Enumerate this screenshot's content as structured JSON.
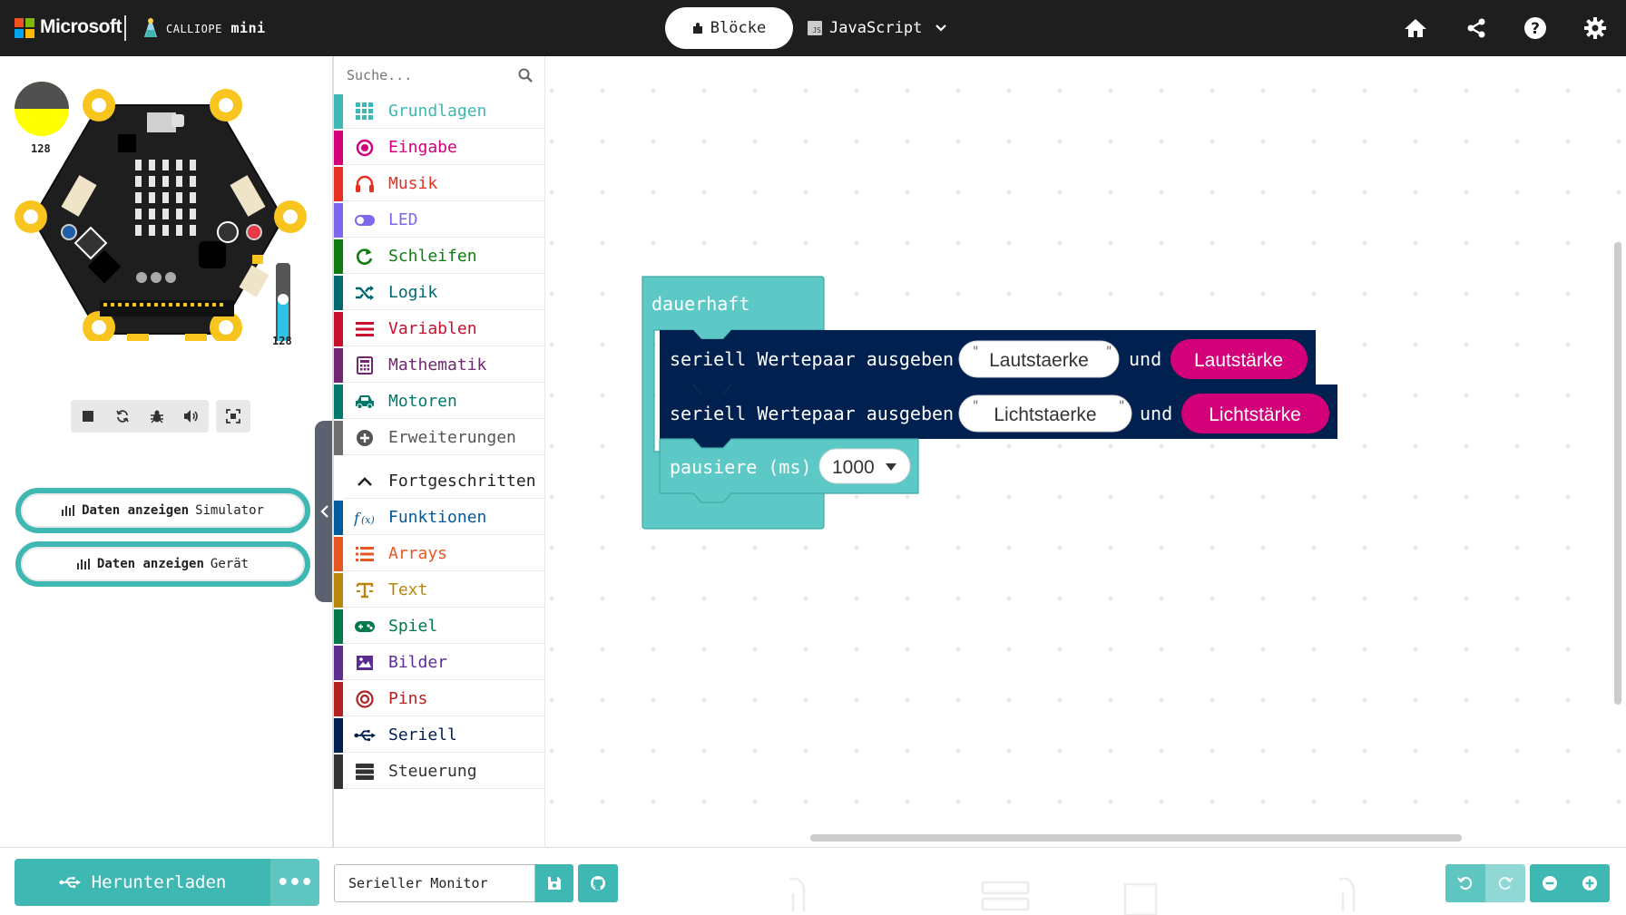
{
  "header": {
    "brand": "Microsoft",
    "product_name": "CALLIOPE",
    "product_suffix": "mini",
    "tab_blocks": "Blöcke",
    "tab_javascript": "JavaScript",
    "icons": [
      "home-icon",
      "share-icon",
      "help-icon",
      "settings-icon"
    ]
  },
  "simulator": {
    "light_level": "128",
    "sound_level": "128",
    "controls": [
      "stop-icon",
      "restart-icon",
      "debug-icon",
      "sound-icon",
      "fullscreen-icon"
    ],
    "data_sim": {
      "label": "Daten anzeigen",
      "suffix": "Simulator"
    },
    "data_device": {
      "label": "Daten anzeigen",
      "suffix": "Gerät"
    }
  },
  "toolbox": {
    "search_placeholder": "Suche...",
    "categories": [
      {
        "label": "Grundlagen",
        "color": "#3fb8b4",
        "icon": "grid-icon"
      },
      {
        "label": "Eingabe",
        "color": "#d4007a",
        "icon": "radio-button-icon"
      },
      {
        "label": "Musik",
        "color": "#e63022",
        "icon": "headphones-icon"
      },
      {
        "label": "LED",
        "color": "#7b68ee",
        "icon": "toggle-icon"
      },
      {
        "label": "Schleifen",
        "color": "#107c10",
        "icon": "loop-icon"
      },
      {
        "label": "Logik",
        "color": "#006970",
        "icon": "shuffle-icon"
      },
      {
        "label": "Variablen",
        "color": "#c8102e",
        "icon": "list-icon"
      },
      {
        "label": "Mathematik",
        "color": "#712672",
        "icon": "calculator-icon"
      },
      {
        "label": "Motoren",
        "color": "#00796b",
        "icon": "car-icon"
      },
      {
        "label": "Erweiterungen",
        "color": "#6f6f6f",
        "icon": "plus-circle-icon"
      },
      {
        "label": "Fortgeschritten",
        "color": "#3c3c3c",
        "icon": "chevron-up-icon"
      },
      {
        "label": "Funktionen",
        "color": "#005a9e",
        "icon": "function-icon"
      },
      {
        "label": "Arrays",
        "color": "#e65722",
        "icon": "array-list-icon"
      },
      {
        "label": "Text",
        "color": "#b8860b",
        "icon": "text-icon"
      },
      {
        "label": "Spiel",
        "color": "#007a4b",
        "icon": "gamepad-icon"
      },
      {
        "label": "Bilder",
        "color": "#5c2d91",
        "icon": "image-icon"
      },
      {
        "label": "Pins",
        "color": "#b22222",
        "icon": "target-icon"
      },
      {
        "label": "Seriell",
        "color": "#002050",
        "icon": "usb-icon"
      },
      {
        "label": "Steuerung",
        "color": "#333333",
        "icon": "server-icon"
      }
    ]
  },
  "workspace": {
    "forever": "dauerhaft",
    "serial1": {
      "label": "seriell Wertepaar ausgeben",
      "text": "Lautstaerke",
      "and": "und",
      "var": "Lautstärke"
    },
    "serial2": {
      "label": "seriell Wertepaar ausgeben",
      "text": "Lichtstaerke",
      "and": "und",
      "var": "Lichtstärke"
    },
    "pause": {
      "label": "pausiere (ms)",
      "value": "1000"
    },
    "colors": {
      "loop": "#5cc9c6",
      "serial": "#002050",
      "var": "#d4007a"
    }
  },
  "footer": {
    "download": "Herunterladen",
    "more": "•••",
    "project_name": "Serieller Monitor"
  }
}
